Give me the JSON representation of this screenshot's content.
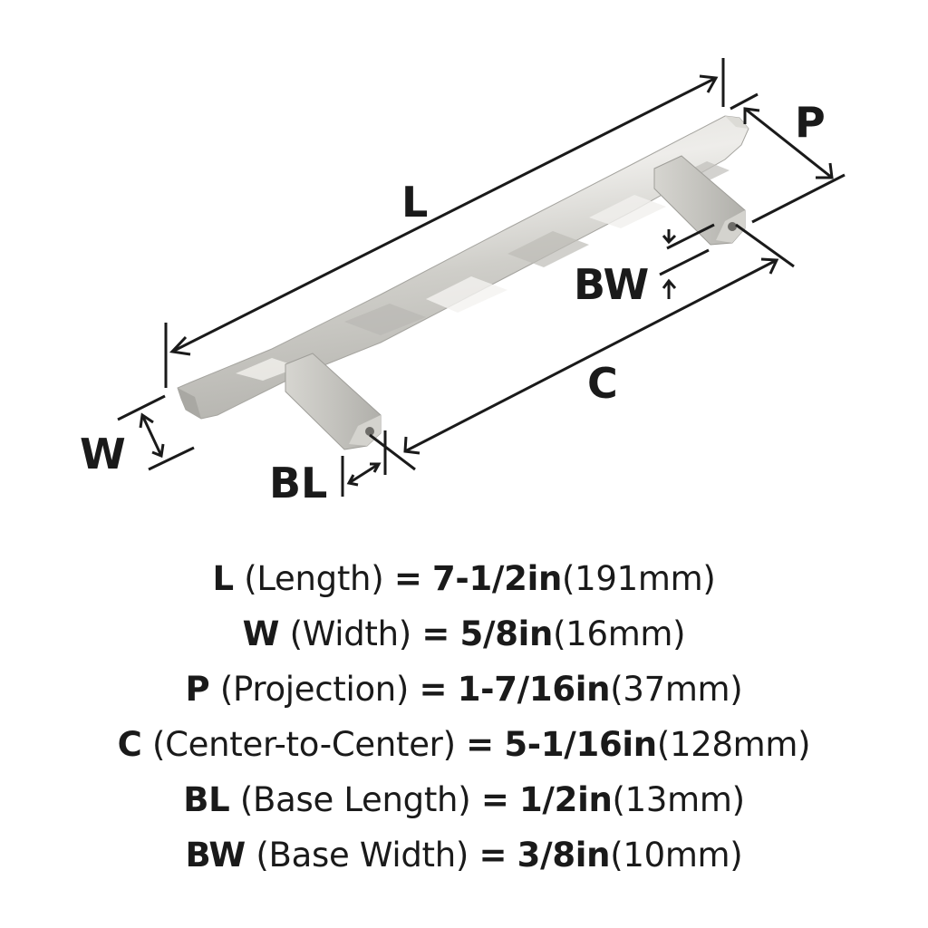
{
  "diagram": {
    "title": "Cabinet pull dimension diagram",
    "labels": {
      "L": "L",
      "P": "P",
      "W": "W",
      "BW": "BW",
      "BL": "BL",
      "C": "C"
    },
    "colors": {
      "line": "#1a1a1a",
      "metal_light": "#e4e3df",
      "metal_mid": "#c9c8c3",
      "metal_dark": "#a9a8a3",
      "background": "#ffffff"
    }
  },
  "specs": [
    {
      "abbr": "L",
      "name": "(Length)",
      "eq": "=",
      "imperial": "7-1/2in",
      "metric": "(191mm)"
    },
    {
      "abbr": "W",
      "name": "(Width)",
      "eq": "=",
      "imperial": "5/8in",
      "metric": "(16mm)"
    },
    {
      "abbr": "P",
      "name": "(Projection)",
      "eq": "=",
      "imperial": "1-7/16in",
      "metric": "(37mm)"
    },
    {
      "abbr": "C",
      "name": "(Center-to-Center)",
      "eq": "=",
      "imperial": "5-1/16in",
      "metric": "(128mm)"
    },
    {
      "abbr": "BL",
      "name": "(Base Length)",
      "eq": "=",
      "imperial": "1/2in",
      "metric": "(13mm)"
    },
    {
      "abbr": "BW",
      "name": "(Base Width)",
      "eq": "=",
      "imperial": "3/8in",
      "metric": "(10mm)"
    }
  ]
}
